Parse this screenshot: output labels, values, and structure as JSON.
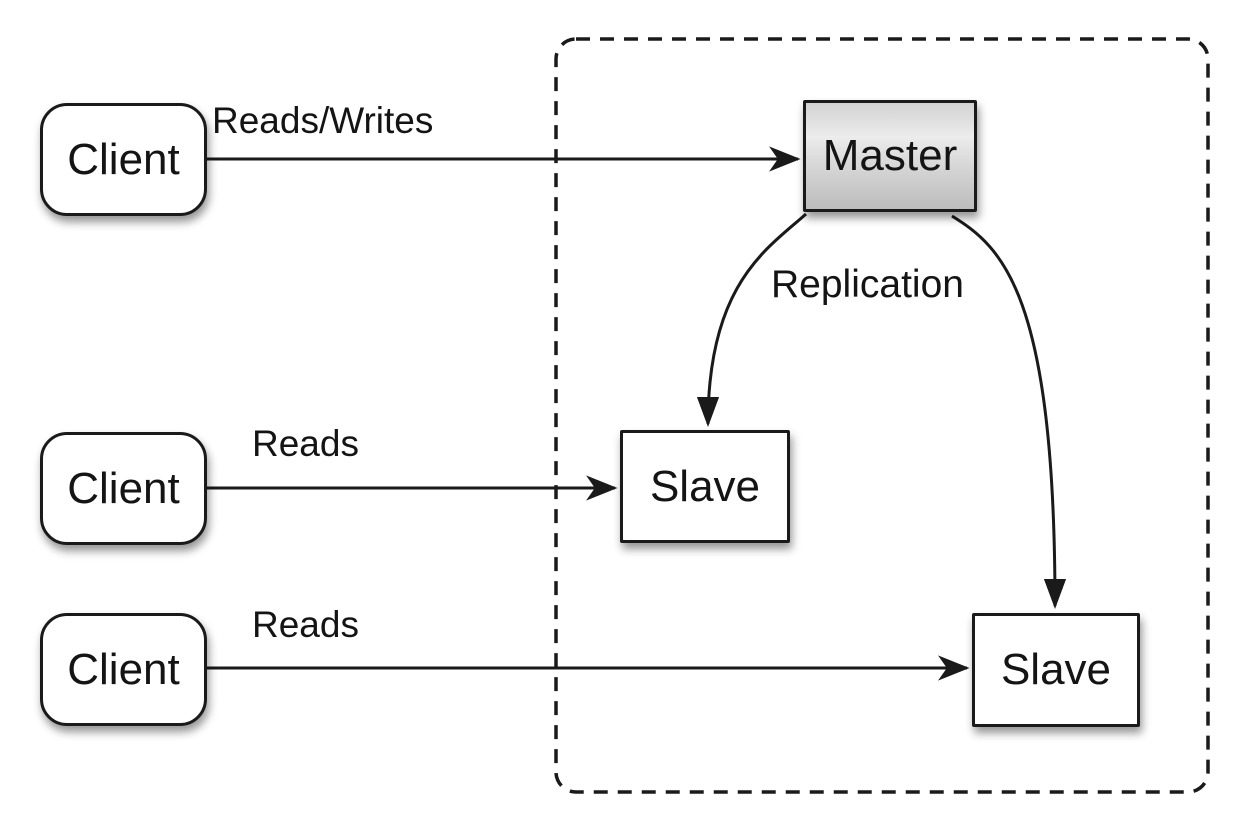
{
  "canvas": {
    "background": "#ffffff"
  },
  "colors": {
    "line": "#1a1a1a",
    "node_border": "#1a1a1a",
    "node_fill": "#ffffff",
    "master_gradient_top": "#d2d2d2",
    "master_gradient_mid": "#ececec",
    "master_gradient_bottom": "#bcbcbc",
    "text": "#141414"
  },
  "nodes": {
    "client_top": {
      "label": "Client"
    },
    "client_middle": {
      "label": "Client"
    },
    "client_bottom": {
      "label": "Client"
    },
    "master": {
      "label": "Master"
    },
    "slave_left": {
      "label": "Slave"
    },
    "slave_right": {
      "label": "Slave"
    }
  },
  "edges": {
    "client_top_to_master": {
      "label": "Reads/Writes"
    },
    "client_middle_to_slave_left": {
      "label": "Reads"
    },
    "client_bottom_to_slave_right": {
      "label": "Reads"
    },
    "master_to_slaves": {
      "label": "Replication"
    }
  }
}
